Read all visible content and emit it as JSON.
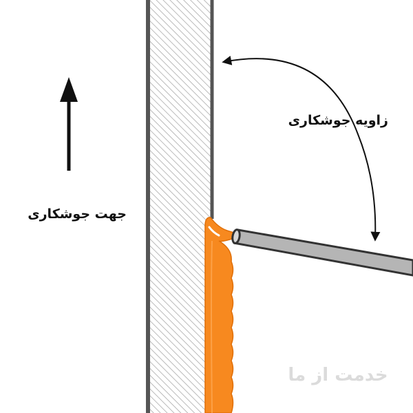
{
  "labels": {
    "welding_angle": "زاویه جوشکاری",
    "welding_direction": "جهت جوشکاری"
  },
  "watermark": {
    "text": "خدمت از ما"
  },
  "colors": {
    "weld_bead": "#f7891f",
    "plate_hatch": "#a9a9a9",
    "plate_edge": "#555555",
    "electrode": "#b5b5b5",
    "arrow": "#111111"
  },
  "icons": {
    "direction_arrow": "arrow-up-icon",
    "angle_arrow": "curved-double-arrow-icon"
  }
}
